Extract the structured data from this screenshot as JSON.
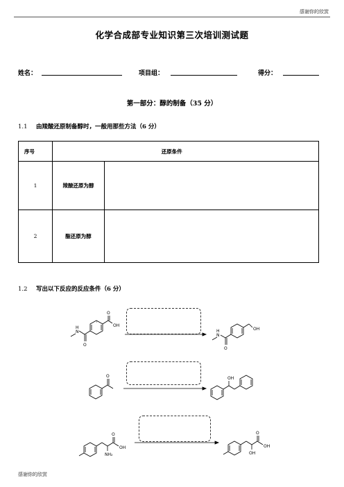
{
  "header_note": "感谢你的欣赏",
  "footer_note": "感谢你的欣赏",
  "title": "化学合成部专业知识第三次培训测试题",
  "fields": [
    {
      "label": "姓名："
    },
    {
      "label": "项目组："
    },
    {
      "label": "得分："
    }
  ],
  "section_title": "第一部分：醇的制备（35 分）",
  "q1": {
    "num": "1.1",
    "text": "由羧酸还原制备醇时，一般用那些方法（6 分）"
  },
  "table": {
    "headers": [
      "序号",
      "",
      "还原条件"
    ],
    "rows": [
      {
        "num": "1",
        "label": "羧酸还原为醇",
        "answer": ""
      },
      {
        "num": "2",
        "label": "酯还原为醇",
        "answer": ""
      }
    ]
  },
  "q2": {
    "num": "1.2",
    "text": "写出以下反应的反应条件（6 分）"
  },
  "chem_labels": {
    "oh_acid": "OH",
    "o": "O",
    "nh": "N",
    "h": "H",
    "oh": "OH",
    "nh2": "NH₂"
  }
}
